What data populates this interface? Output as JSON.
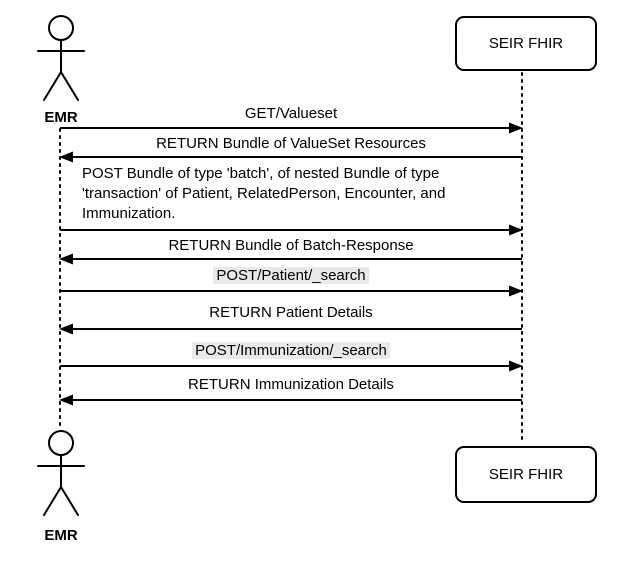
{
  "colors": {
    "line": "#000000",
    "highlight": "#e9e9e9",
    "background": "#ffffff"
  },
  "diagram": {
    "type": "sequence",
    "participants": {
      "left_top": {
        "label": "EMR",
        "kind": "actor"
      },
      "left_bottom": {
        "label": "EMR",
        "kind": "actor"
      },
      "right_top": {
        "label": "SEIR FHIR",
        "kind": "box"
      },
      "right_bottom": {
        "label": "SEIR FHIR",
        "kind": "box"
      }
    },
    "messages": [
      {
        "label": "GET/Valueset",
        "from": "EMR",
        "to": "SEIR FHIR",
        "direction": "right",
        "highlighted": false
      },
      {
        "label": "RETURN Bundle of ValueSet Resources",
        "from": "SEIR FHIR",
        "to": "EMR",
        "direction": "left",
        "highlighted": false
      },
      {
        "label": "POST Bundle of type 'batch', of nested Bundle of type 'transaction' of Patient, RelatedPerson, Encounter, and Immunization.",
        "from": "EMR",
        "to": "SEIR FHIR",
        "direction": "right",
        "highlighted": false
      },
      {
        "label": "RETURN Bundle of Batch-Response",
        "from": "SEIR FHIR",
        "to": "EMR",
        "direction": "left",
        "highlighted": false
      },
      {
        "label": "POST/Patient/_search",
        "from": "EMR",
        "to": "SEIR FHIR",
        "direction": "right",
        "highlighted": true
      },
      {
        "label": "RETURN Patient Details",
        "from": "SEIR FHIR",
        "to": "EMR",
        "direction": "left",
        "highlighted": false
      },
      {
        "label": "POST/Immunization/_search",
        "from": "EMR",
        "to": "SEIR FHIR",
        "direction": "right",
        "highlighted": true
      },
      {
        "label": "RETURN Immunization Details",
        "from": "SEIR FHIR",
        "to": "EMR",
        "direction": "left",
        "highlighted": false
      }
    ]
  }
}
